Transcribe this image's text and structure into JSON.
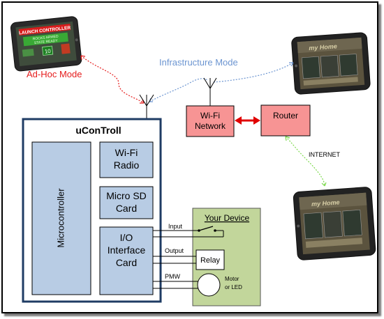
{
  "modes": {
    "adhoc": "Ad-Hoc Mode",
    "infrastructure": "Infrastructure Mode"
  },
  "colors": {
    "adhoc": "#e51c1c",
    "infrastructure": "#6c95d1",
    "internet": "#7cd94c",
    "unit_border": "#1f3c64",
    "block_fill": "#b8cce4",
    "node_fill": "#f79494",
    "device_fill": "#c2d69b"
  },
  "ucontroll": {
    "title": "uConTroll",
    "microcontroller": "Microcontroller",
    "wifi_radio": [
      "Wi-Fi",
      "Radio"
    ],
    "micro_sd": [
      "Micro SD",
      "Card"
    ],
    "io_card": [
      "I/O",
      "Interface",
      "Card"
    ]
  },
  "network": {
    "wifi_network": [
      "Wi-Fi",
      "Network"
    ],
    "router": "Router",
    "internet": "INTERNET"
  },
  "device": {
    "title": "Your Device",
    "relay": "Relay",
    "motor": [
      "Motor",
      "or LED"
    ]
  },
  "signals": {
    "input": "Input",
    "output": "Output",
    "pmw": "PMW"
  },
  "tablets": {
    "launch": {
      "title": "LAUNCH CONTROLLER",
      "line1": "ROCKS ARMED",
      "line2": "STATE READY",
      "count": "10"
    },
    "home": "my Home"
  }
}
